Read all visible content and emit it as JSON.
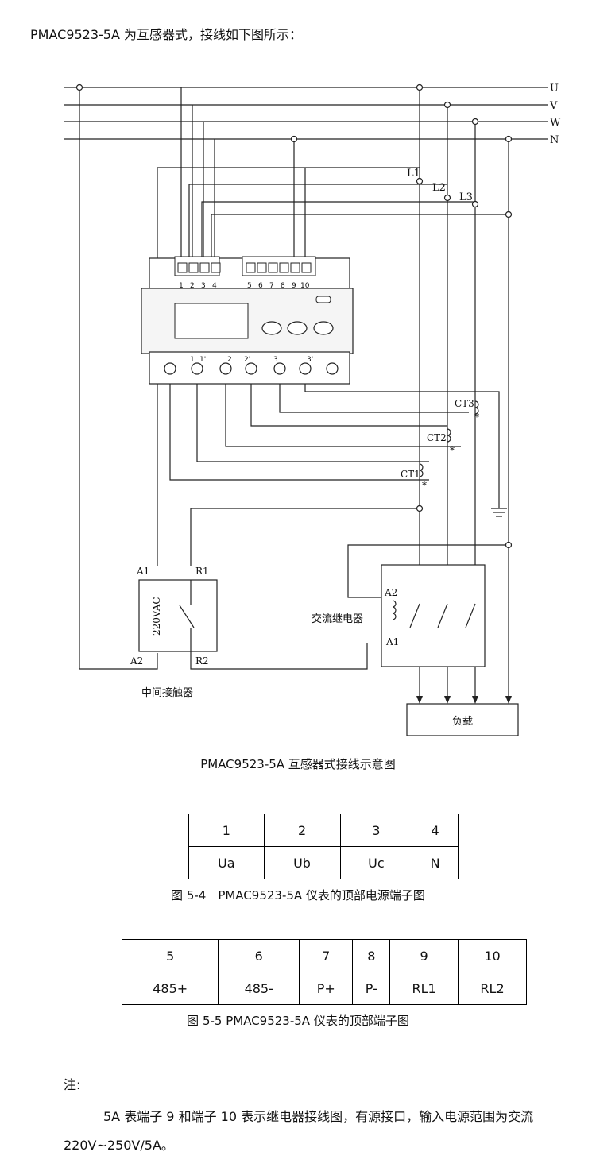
{
  "heading": "PMAC9523-5A 为互感器式，接线如下图所示：",
  "diagram": {
    "bus_labels": [
      "U",
      "V",
      "W",
      "N"
    ],
    "line_labels": [
      "L1",
      "L2",
      "L3"
    ],
    "meter_top_terminals": [
      "1",
      "2",
      "3",
      "4",
      "5",
      "6",
      "7",
      "8",
      "9",
      "10"
    ],
    "meter_bottom_terminals": [
      "1",
      "1'",
      "2",
      "2'",
      "3",
      "3'"
    ],
    "ct_labels": [
      "CT1",
      "CT2",
      "CT3"
    ],
    "ct_star": "*",
    "contactor_terminals": {
      "a1": "A1",
      "a2": "A2",
      "r1": "R1",
      "r2": "R2"
    },
    "contactor_voltage": "220VAC",
    "contactor_label": "中间接触器",
    "relay_label": "交流继电器",
    "relay_terminals": {
      "a1": "A1",
      "a2": "A2"
    },
    "load_label": "负载"
  },
  "diagram_caption": "PMAC9523-5A 互感器式接线示意图",
  "table1": {
    "header": [
      "1",
      "2",
      "3",
      "4"
    ],
    "row": [
      "Ua",
      "Ub",
      "Uc",
      "N"
    ],
    "caption": "图 5-4　PMAC9523-5A 仪表的顶部电源端子图"
  },
  "table2": {
    "header": [
      "5",
      "6",
      "7",
      "8",
      "9",
      "10"
    ],
    "row": [
      "485+",
      "485-",
      "P+",
      "P-",
      "RL1",
      "RL2"
    ],
    "caption": "图 5-5 PMAC9523-5A 仪表的顶部端子图"
  },
  "note": {
    "label": "注:",
    "text": "5A 表端子 9 和端子 10 表示继电器接线图，有源接口，输入电源范围为交流 220V~250V/5A。"
  }
}
